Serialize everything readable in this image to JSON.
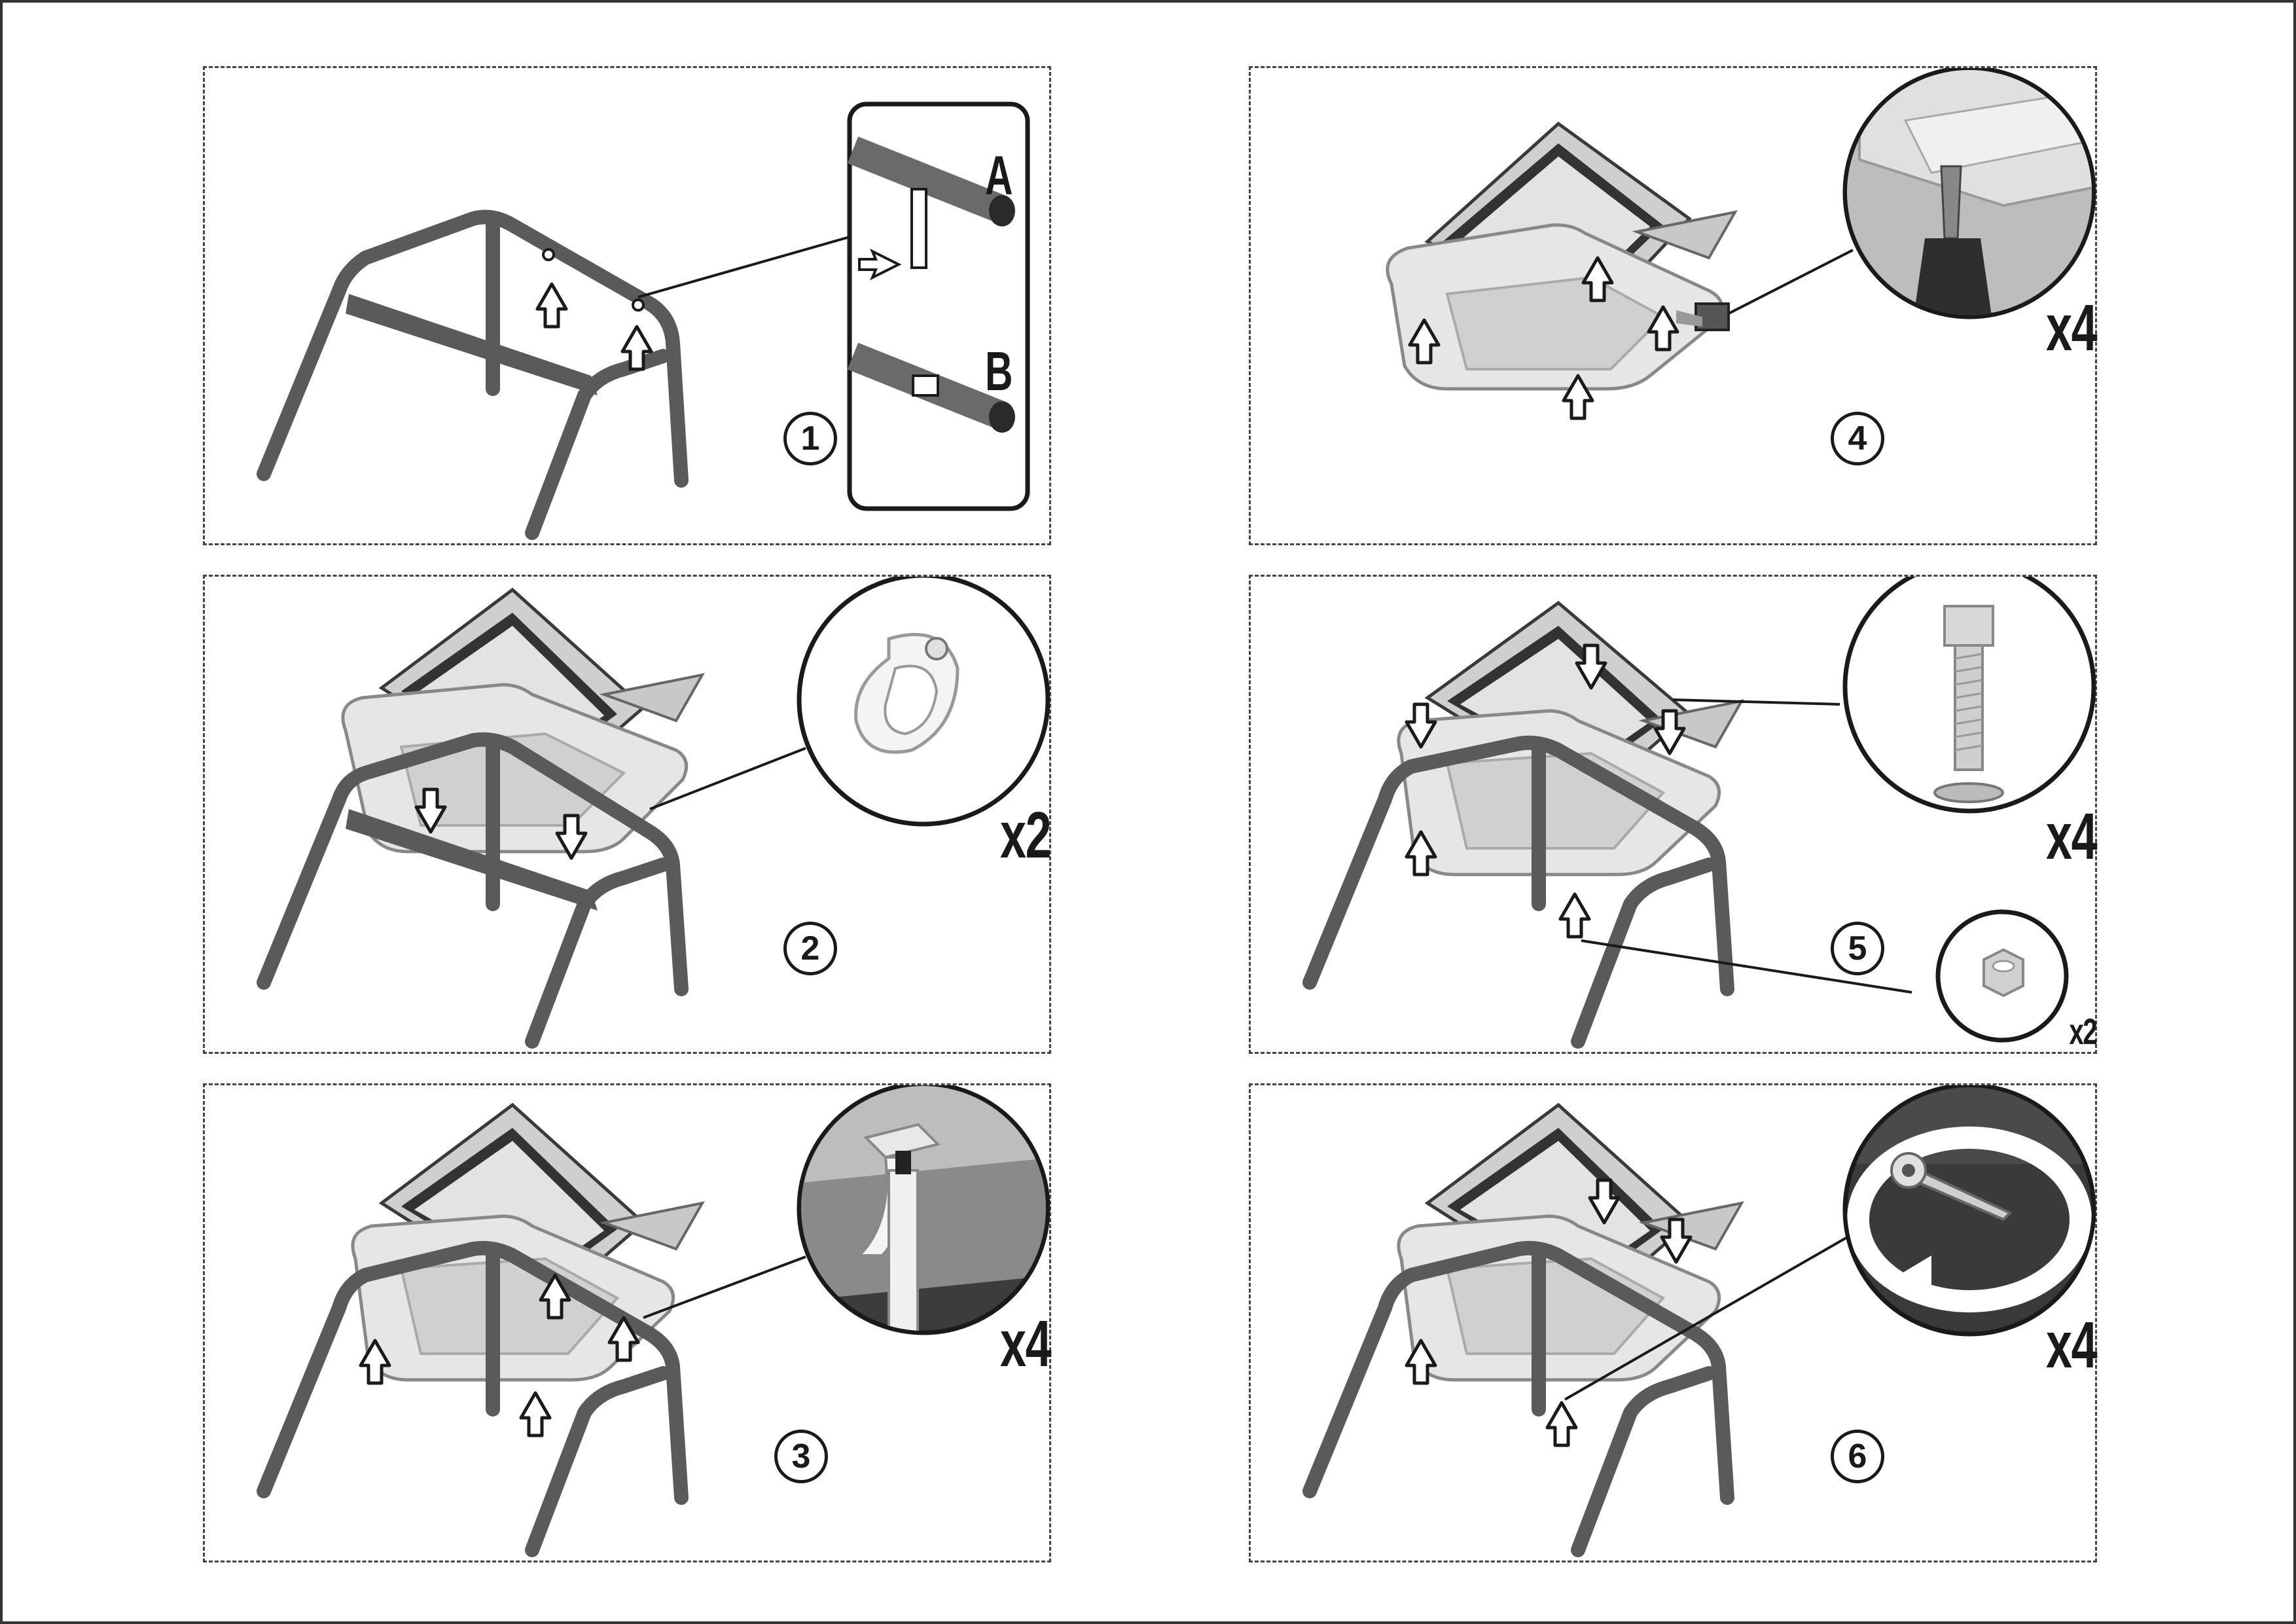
{
  "steps": [
    {
      "number": "1",
      "inset_labels": [
        "A",
        "B"
      ]
    },
    {
      "number": "2",
      "quantity": "x2"
    },
    {
      "number": "3",
      "quantity": "x4"
    },
    {
      "number": "4",
      "quantity": "x4"
    },
    {
      "number": "5",
      "quantity": "x4",
      "quantity_nut": "x2"
    },
    {
      "number": "6",
      "quantity": "x4"
    }
  ],
  "colors": {
    "frame": "#6b6b6b",
    "frame_dark": "#4e4e4e",
    "tray": "#d9d9d9",
    "tray_shadow": "#9a9a9a",
    "lid": "#3a3a3a",
    "outline": "#1a1a1a"
  }
}
